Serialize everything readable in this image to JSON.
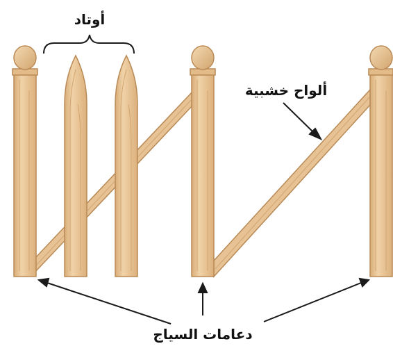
{
  "labels": {
    "pickets": "أوتاد",
    "boards": "ألواح خشبية",
    "posts": "دعامات السياج"
  },
  "colors": {
    "wood_fill": "#e9c79a",
    "wood_edge": "#b98a56",
    "wood_grain": "#d2a570",
    "outline": "#1a1a1a",
    "background": "#ffffff"
  },
  "parts": {
    "posts_count": 3,
    "pickets_count": 2,
    "boards_count": 2
  }
}
